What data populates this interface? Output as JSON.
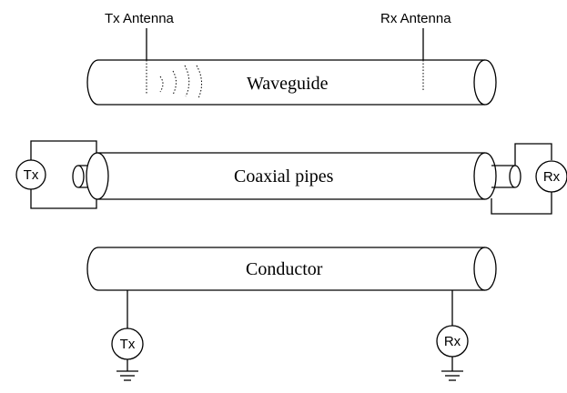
{
  "labels": {
    "tx_antenna": "Tx Antenna",
    "rx_antenna": "Rx Antenna",
    "waveguide": "Waveguide",
    "coaxial": "Coaxial pipes",
    "conductor": "Conductor",
    "tx": "Tx",
    "rx": "Rx"
  }
}
